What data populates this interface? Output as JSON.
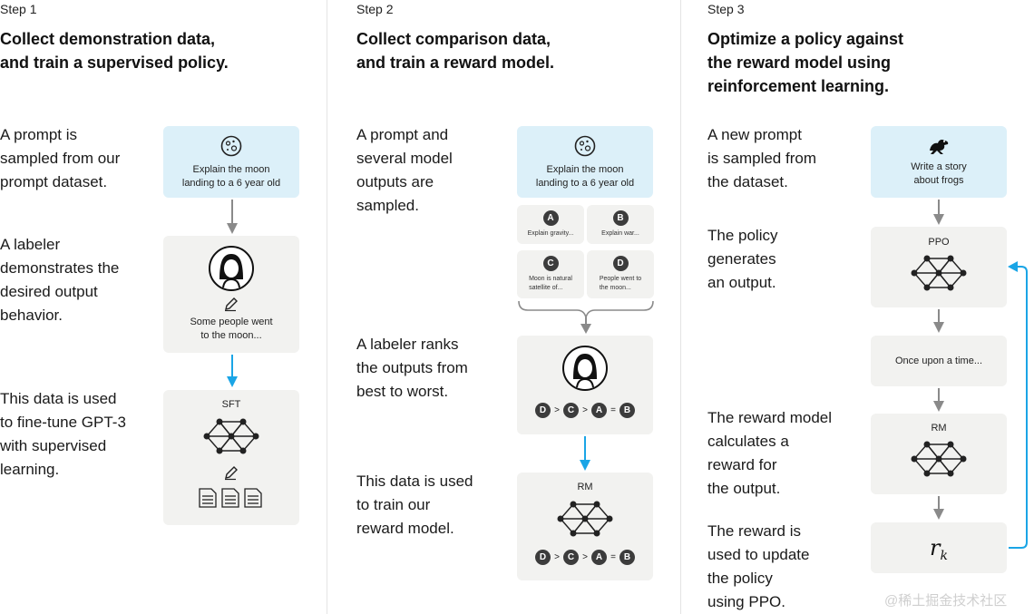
{
  "step1": {
    "label": "Step 1",
    "heading": "Collect demonstration data,\nand train a supervised policy.",
    "desc1": "A prompt is\nsampled from our\nprompt dataset.",
    "desc2": "A labeler\ndemonstrates the\ndesired output\nbehavior.",
    "desc3": "This data is used\nto fine-tune GPT-3\nwith supervised\nlearning.",
    "prompt_card": "Explain the moon\nlanding to a 6 year old",
    "demo_text": "Some people went\nto the moon...",
    "model_label": "SFT"
  },
  "step2": {
    "label": "Step 2",
    "heading": "Collect comparison data,\nand train a reward model.",
    "desc1": "A prompt and\nseveral model\noutputs are\nsampled.",
    "desc2": "A labeler ranks\nthe outputs from\nbest to worst.",
    "desc3": "This data is used\nto train our\nreward model.",
    "prompt_card": "Explain the moon\nlanding to a 6 year old",
    "outputs": [
      {
        "badge": "A",
        "text": "Explain gravity..."
      },
      {
        "badge": "B",
        "text": "Explain war..."
      },
      {
        "badge": "C",
        "text": "Moon is natural\nsatellite of..."
      },
      {
        "badge": "D",
        "text": "People went to\nthe moon..."
      }
    ],
    "ranking": [
      "D",
      ">",
      "C",
      ">",
      "A",
      "=",
      "B"
    ],
    "model_label": "RM"
  },
  "step3": {
    "label": "Step 3",
    "heading": "Optimize a policy against\nthe reward model using\nreinforcement learning.",
    "desc1": "A new prompt\nis sampled from\nthe dataset.",
    "desc2": "The policy\ngenerates\nan output.",
    "desc3": "The reward model\ncalculates a\nreward for\nthe output.",
    "desc4": "The reward is\nused to update\nthe policy\nusing PPO.",
    "prompt_card": "Write a story\nabout frogs",
    "policy_label": "PPO",
    "output_text": "Once upon a time...",
    "rm_label": "RM",
    "reward_symbol": "r",
    "reward_subscript": "k"
  },
  "colors": {
    "blue_card": "#dcf0f9",
    "gray_card": "#f2f2f0",
    "gray_arrow": "#8a8a8a",
    "blue_arrow": "#1aa5e6",
    "badge": "#3c3c3c"
  },
  "watermark": "@稀土掘金技术社区"
}
